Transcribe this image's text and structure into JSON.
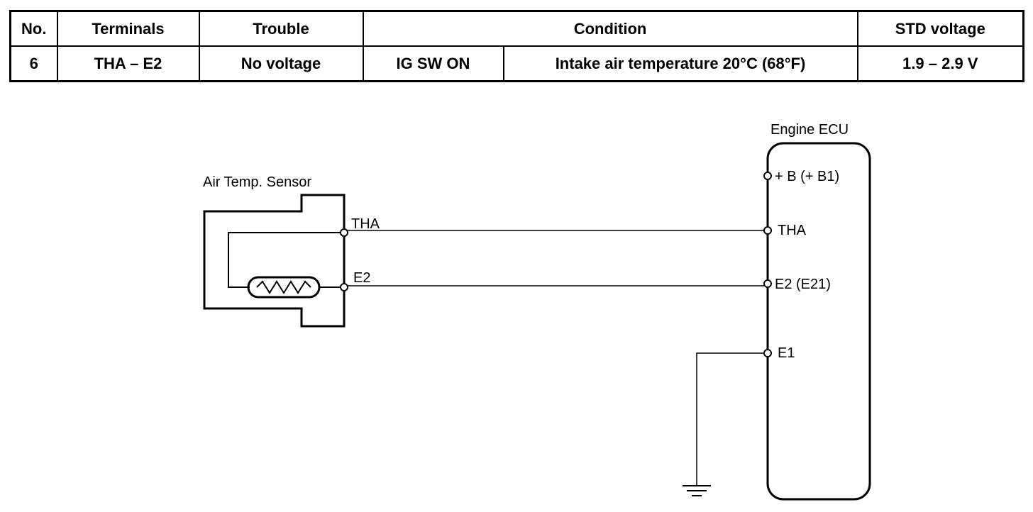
{
  "table": {
    "headers": {
      "no": "No.",
      "terminals": "Terminals",
      "trouble": "Trouble",
      "condition": "Condition",
      "std_voltage": "STD voltage"
    },
    "row": {
      "no": "6",
      "terminals": "THA – E2",
      "trouble": "No voltage",
      "condition_switch": "IG SW ON",
      "condition_detail": "Intake air temperature 20°C (68°F)",
      "std_voltage": "1.9 – 2.9 V"
    }
  },
  "diagram": {
    "sensor_label": "Air Temp. Sensor",
    "sensor_tha": "THA",
    "sensor_e2": "E2",
    "ecu_label": "Engine ECU",
    "ecu_pins": {
      "b": "+ B (+ B1)",
      "tha": "THA",
      "e2": "E2 (E21)",
      "e1": "E1"
    }
  }
}
